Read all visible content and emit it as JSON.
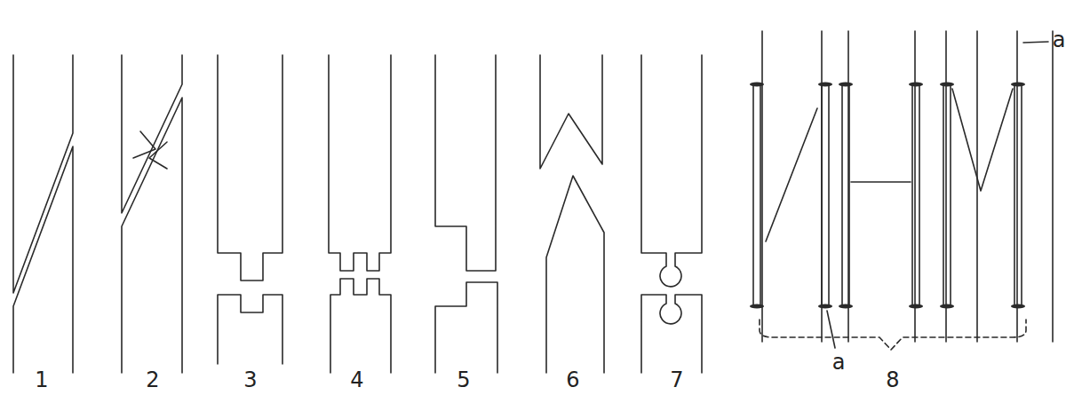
{
  "diagram": {
    "labels": [
      "1",
      "2",
      "3",
      "4",
      "5",
      "6",
      "7",
      "а",
      "а",
      "8"
    ]
  }
}
